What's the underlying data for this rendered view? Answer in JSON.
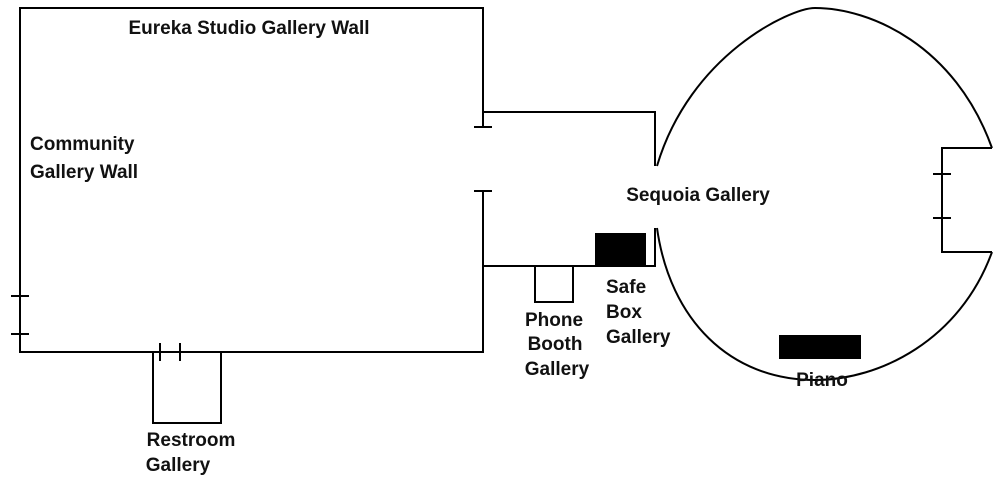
{
  "labels": {
    "eureka": "Eureka Studio Gallery Wall",
    "community_1": "Community",
    "community_2": "Gallery Wall",
    "sequoia": "Sequoia Gallery",
    "restroom_1": "Restroom",
    "restroom_2": "Gallery",
    "phone_1": "Phone",
    "phone_2": "Booth",
    "phone_3": "Gallery",
    "safe_1": "Safe",
    "safe_2": "Box",
    "safe_3": "Gallery",
    "piano": "Piano"
  },
  "colors": {
    "wall": "#000000",
    "fixture": "#000000",
    "background": "#ffffff"
  }
}
